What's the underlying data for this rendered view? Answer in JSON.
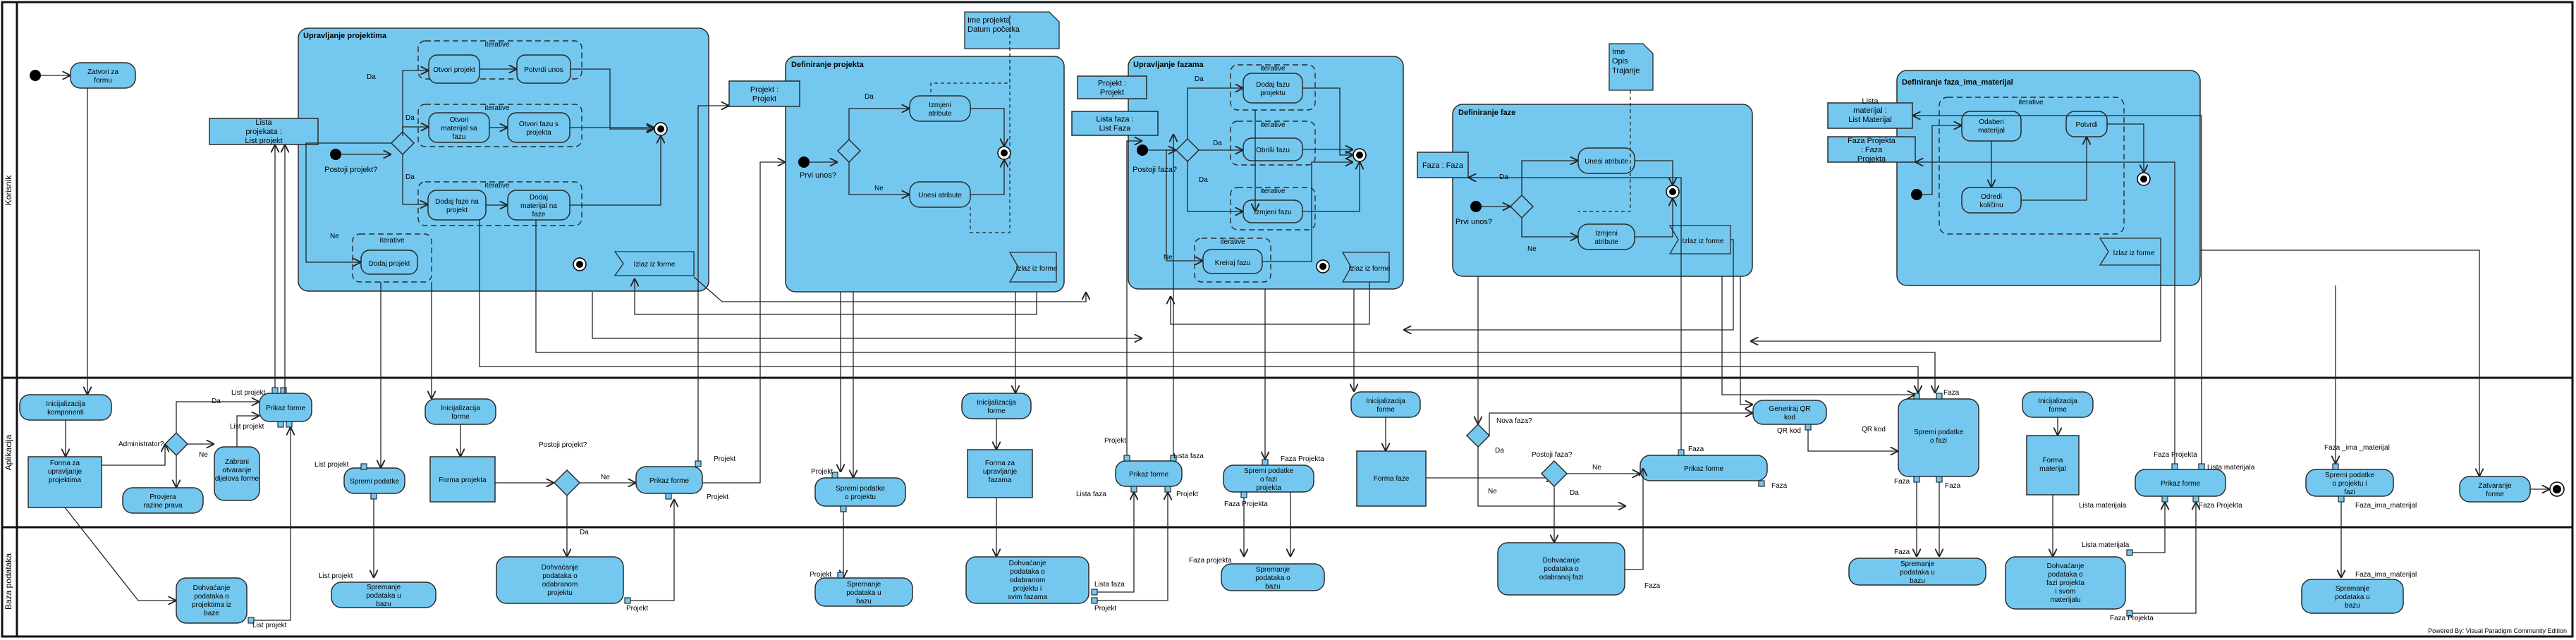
{
  "swimlanes": [
    "Korisnik",
    "Aplikacija",
    "Baza podataka"
  ],
  "footer": "Powered By: Visual Paradigm Community Edition",
  "regions": {
    "upravljanje_projektima": {
      "title": "Upravljanje projektima",
      "object": "Lista projekata : List projekt",
      "exit": "Izlaz iz forme",
      "question": "Postoji projekt?",
      "yes": "Da",
      "no": "Ne",
      "iterative": "iterative",
      "actions": {
        "otvori_projekt": "Otvori projekt",
        "potvrdi_unos": "Potvrdi unos",
        "otvori_materijal": "Otvori materijal sa fazu",
        "otvori_fazu": "Otvori fazu s projekta",
        "dodaj_fazu": "Dodaj faze na projekt",
        "dodaj_materijal": "Dodaj materijal na faze",
        "dodaj_projekt": "Dodaj projekt"
      }
    },
    "definiranje_projekta": {
      "title": "Definiranje projekta",
      "object": "Projekt : Projekt",
      "note": "Ime projekta\nDatum početka",
      "exit": "Izlaz iz forme",
      "question": "Prvi unos?",
      "yes": "Da",
      "no": "Ne",
      "actions": {
        "izmjeni": "Izmjeni atribute",
        "unesi": "Unesi atribute"
      }
    },
    "upravljanje_fazama": {
      "title": "Upravljanje fazama",
      "object": "Projekt : Projekt",
      "object2": "Lista faza : List Faza",
      "exit": "Izlaz iz forme",
      "question": "Postoji faza?",
      "yes": "Da",
      "no": "Ne",
      "iterative": "iterative",
      "actions": {
        "dodaj_fazu": "Dodaj fazu projektu",
        "obrisi_fazu": "Obriši fazu",
        "izmjeni_fazu": "Izmjeni fazu",
        "kreiraj_fazu": "Kreiraj fazu"
      }
    },
    "definiranje_faze": {
      "title": "Definiranje faze",
      "object": "Faza : Faza",
      "note": "Ime\nOpis\nTrajanje",
      "exit": "Izlaz iz forme",
      "question": "Prvi unos?",
      "yes": "Da",
      "no": "Ne",
      "actions": {
        "unesi": "Unesi atribute",
        "izmjeni": "Izmjeni atribute"
      }
    },
    "definiranje_faza_materijal": {
      "title": "Definiranje faza_ima_materijal",
      "object": "Lista materijal : List Materijal",
      "object2": "Faza Projekta : Faza Projekta",
      "exit": "Izlaz iz forme",
      "iterative": "iterative",
      "actions": {
        "odaberi": "Odaberi materijal",
        "potvrdi": "Potvrdi",
        "odredi": "Odredi količinu"
      }
    }
  },
  "app": {
    "inicijalizacija_komponenti": "Inicijalizacija komponenti",
    "forma_upravljanje": "Forma za upravljanje projektima",
    "administrator": "Administrator?",
    "provjera": "Provjera razine prava",
    "zabrani": "Zabrani otvaranje dijelova forme",
    "prikaz_forme_1": "Prikaz forme",
    "spremi_podatke_1": "Spremi podatke",
    "inicijalizacija_forme_1": "Inicijalizacija forme",
    "forma_projekta": "Forma projekta",
    "postoji_projekt": "Postoji projekt?",
    "prikaz_forme_2": "Prikaz forme",
    "spremi_projektu": "Spremi podatke o projektu",
    "inicijalizacija_forme_2": "Inicijalizacija forme",
    "forma_fazama": "Forma za upravljanje fazama",
    "prikaz_forme_3": "Prikaz forme",
    "spremi_fazi_projekta": "Spremi podatke o fazi projekta",
    "inicijalizacija_forme_3": "Inicijalizacija forme",
    "forma_faze": "Forma faze",
    "nova_faza": "Nova faza?",
    "postoji_faza": "Postoji faza?",
    "prikaz_forme_4": "Prikaz forme",
    "generiraj_qr": "Generiraj QR kod",
    "spremi_fazi": "Spremi podatke o fazi",
    "inicijalizacija_forme_4": "Inicijalizacija forme",
    "forma_materijal": "Forma materijal",
    "prikaz_forme_5": "Prikaz forme",
    "spremi_fazi_materijal": "Spremi podatke o projektu i fazi",
    "zatvaranje": "Zatvaranje forme",
    "zatvori": "Zatvori za formu"
  },
  "db": {
    "dohvacanje_1": "Dohvaćanje podataka o projektima iz baze",
    "spremanje_1": "Spremanje podataka u bazu",
    "dohvacanje_2": "Dohvaćanje podataka o odabranom projektu",
    "spremanje_2": "Spremanje podataka u bazu",
    "dohvacanje_3": "Dohvaćanje podataka o odabranom projektu i svim fazama",
    "spremanje_3": "Spremanje podataka o bazu",
    "dohvacanje_4": "Dohvaćanje podataka o odabranoj fazi",
    "spremanje_4": "Spremanje podataka u bazu",
    "dohvacanje_5": "Dohvaćanje podataka o fazi projekta i svom materijalu",
    "spremanje_5": "Spremanje podataka u bazu"
  },
  "labels": {
    "da": "Da",
    "ne": "Ne",
    "list_projekt": "List projekt",
    "projekt": "Projekt",
    "lista_faza": "Lista faza",
    "faza_projekta": "Faza Projekta",
    "faza_projekta_lc": "Faza projekta",
    "faza": "Faza",
    "qr_kod": "QR kod",
    "lista_materijala": "Lista materijala",
    "faza_ima_materijal": "Faza_ima_materijal",
    "faza_ima_lc": "Faza_ima_materijal",
    "faza_ima_split": "Faza _ima _materijal"
  }
}
